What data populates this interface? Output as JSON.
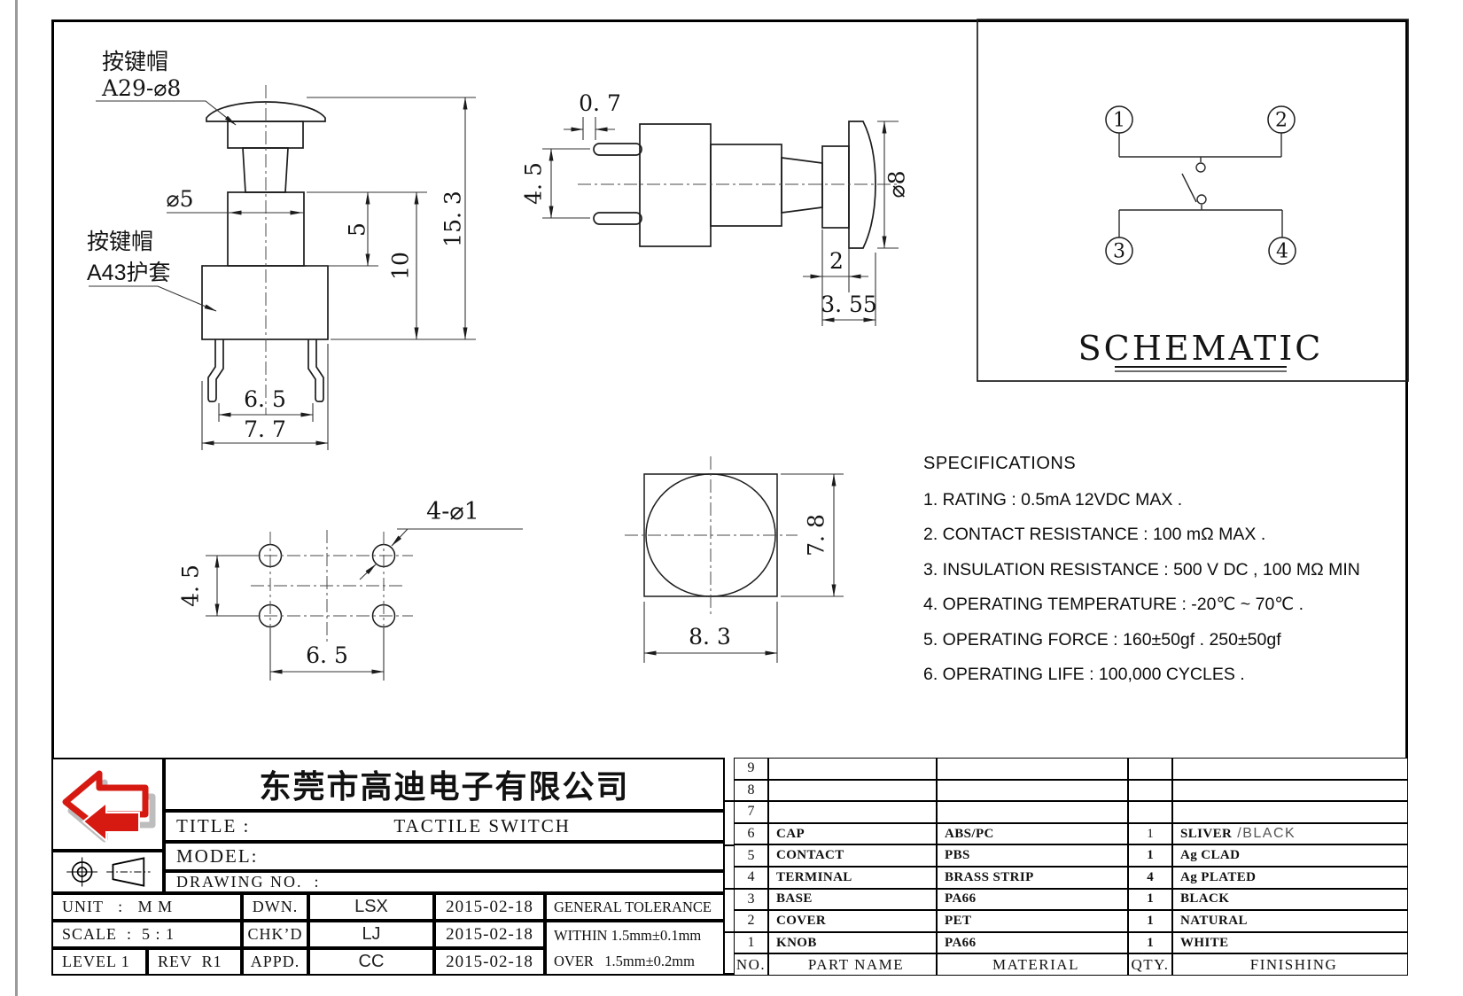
{
  "front_view": {
    "cap_label_line1": "按键帽",
    "cap_label_line2": "A29-⌀8",
    "sleeve_label_line1": "按键帽",
    "sleeve_label_line2": "A43护套",
    "dim_stem_dia": "⌀5",
    "dim_upper_h": "5",
    "dim_mid_h": "10",
    "dim_total_h": "15. 3",
    "dim_pin_span": "6. 5",
    "dim_base_w": "7. 7"
  },
  "side_view": {
    "dim_pin_w": "0. 7",
    "dim_pin_pitch": "4. 5",
    "dim_cap_dia": "⌀8",
    "dim_cap_t": "2",
    "dim_cap_total": "3. 55"
  },
  "bottom_view": {
    "holes_label": "4-⌀1",
    "dim_pitch_v": "4. 5",
    "dim_pitch_h": "6. 5"
  },
  "top_view": {
    "dim_height": "7. 8",
    "dim_width": "8. 3"
  },
  "schematic": {
    "title": "SCHEMATIC",
    "pin1": "1",
    "pin2": "2",
    "pin3": "3",
    "pin4": "4"
  },
  "specifications": {
    "heading": "SPECIFICATIONS",
    "items": [
      "1. RATING : 0.5mA 12VDC MAX .",
      "2. CONTACT RESISTANCE : 100 mΩ MAX .",
      "3. INSULATION RESISTANCE : 500 V DC , 100 MΩ MIN",
      "4. OPERATING TEMPERATURE : -20℃ ~ 70℃ .",
      "5. OPERATING FORCE : 160±50gf . 250±50gf",
      "6. OPERATING LIFE : 100,000 CYCLES ."
    ]
  },
  "title_block": {
    "company": "东莞市高迪电子有限公司",
    "title_label": "TITLE :",
    "title_value": "TACTILE SWITCH",
    "model_label": "MODEL:",
    "drawing_no_label": "DRAWING NO.  :",
    "unit": "UNIT   :   M M",
    "scale": "SCALE  :  5 : 1",
    "level": "LEVEL 1",
    "rev": "REV  R1",
    "drawn_label": "DWN.",
    "checked_label": "CHK’D",
    "approved_label": "APPD.",
    "drawn_by": "LSX",
    "checked_by": "LJ",
    "approved_by": "CC",
    "drawn_date": "2015-02-18",
    "checked_date": "2015-02-18",
    "approved_date": "2015-02-18",
    "tolerance_heading": "GENERAL TOLERANCE",
    "tolerance_within": "WITHIN 1.5mm±0.1mm",
    "tolerance_over": "OVER   1.5mm±0.2mm"
  },
  "bom": {
    "headers": {
      "no": "NO.",
      "part": "PART  NAME",
      "material": "MATERIAL",
      "qty": "QTY.",
      "finishing": "FINISHING"
    },
    "rows": [
      {
        "no": "9",
        "part": "",
        "material": "",
        "qty": "",
        "finish": "",
        "finish_extra": ""
      },
      {
        "no": "8",
        "part": "",
        "material": "",
        "qty": "",
        "finish": "",
        "finish_extra": ""
      },
      {
        "no": "7",
        "part": "",
        "material": "",
        "qty": "",
        "finish": "",
        "finish_extra": ""
      },
      {
        "no": "6",
        "part": "CAP",
        "material": "ABS/PC",
        "qty": "1",
        "finish": "SLIVER",
        "finish_extra": "/BLACK"
      },
      {
        "no": "5",
        "part": "CONTACT",
        "material": "PBS",
        "qty": "1",
        "finish": "Ag CLAD",
        "finish_extra": ""
      },
      {
        "no": "4",
        "part": "TERMINAL",
        "material": "BRASS STRIP",
        "qty": "4",
        "finish": "Ag PLATED",
        "finish_extra": ""
      },
      {
        "no": "3",
        "part": "BASE",
        "material": "PA66",
        "qty": "1",
        "finish": "BLACK",
        "finish_extra": ""
      },
      {
        "no": "2",
        "part": "COVER",
        "material": "PET",
        "qty": "1",
        "finish": "NATURAL",
        "finish_extra": ""
      },
      {
        "no": "1",
        "part": "KNOB",
        "material": "PA66",
        "qty": "1",
        "finish": "WHITE",
        "finish_extra": ""
      }
    ]
  }
}
